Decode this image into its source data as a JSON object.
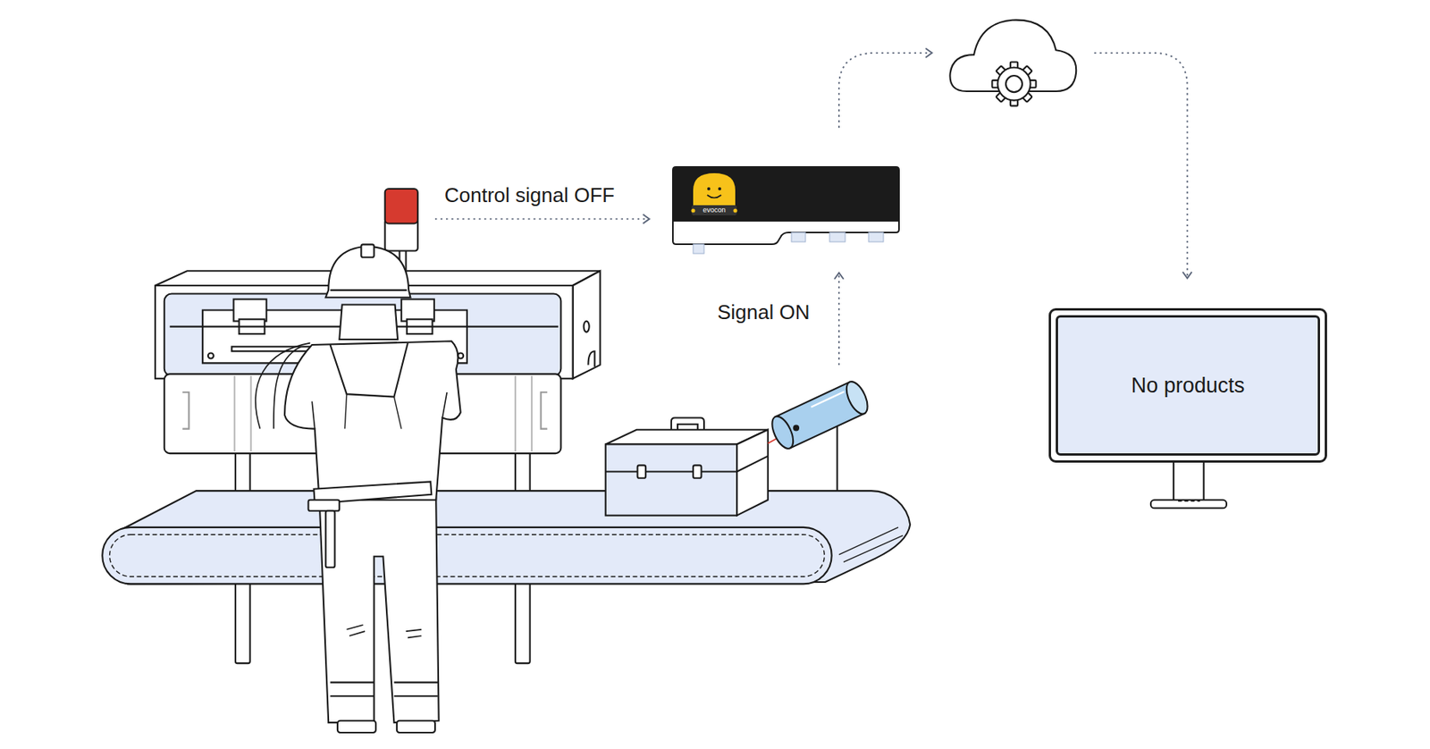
{
  "diagram": {
    "nodes": [
      {
        "text": [
          "evocon"
        ]
      },
      {
        "text": [
          "No products"
        ]
      }
    ],
    "labels": [
      "Control signal OFF",
      "Signal ON"
    ]
  }
}
